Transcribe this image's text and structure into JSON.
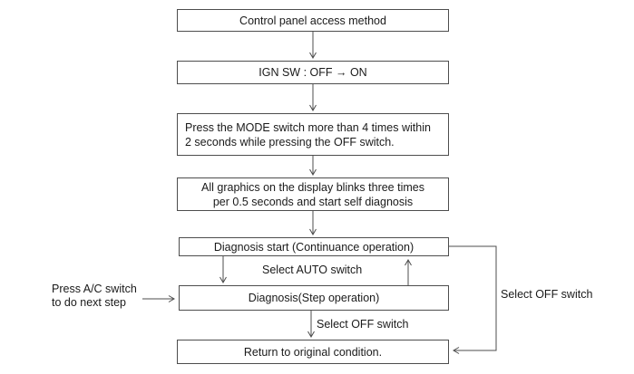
{
  "colors": {
    "line": "#4d4d4d",
    "text": "#1a1a1a",
    "background": "#ffffff"
  },
  "diagram": {
    "title_box": "Control panel access method",
    "boxes": [
      {
        "id": "access-method",
        "label": "Control panel access method"
      },
      {
        "id": "ign-sw",
        "label": "IGN SW : OFF → ON"
      },
      {
        "id": "press-mode",
        "lines": [
          "Press the MODE switch more than 4 times within",
          "2 seconds while pressing the OFF switch."
        ]
      },
      {
        "id": "graphics-blink",
        "lines": [
          "All graphics on the display blinks three times",
          "per 0.5 seconds and start self diagnosis"
        ]
      },
      {
        "id": "diagnosis-start",
        "label": "Diagnosis start (Continuance operation)"
      },
      {
        "id": "diagnosis-step",
        "label": "Diagnosis(Step operation)"
      },
      {
        "id": "return-original",
        "label": "Return to original condition."
      }
    ],
    "edge_labels": {
      "select_auto": "Select AUTO switch",
      "select_off_bottom": "Select OFF switch",
      "select_off_right": "Select OFF switch"
    },
    "side_note": {
      "lines": [
        "Press A/C switch",
        "to do next step"
      ]
    }
  }
}
